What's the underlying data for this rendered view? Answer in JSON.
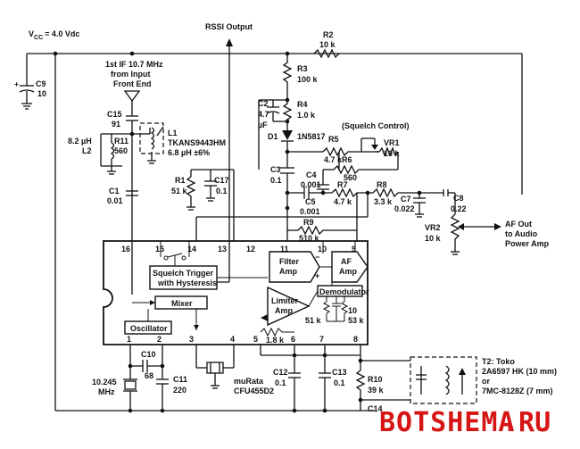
{
  "supply": {
    "vcc_label": "V",
    "vcc_sub": "CC",
    "vcc_value": "= 4.0 Vdc"
  },
  "labels": {
    "rssi": "RSSI Output",
    "input_1": "1st IF 10.7 MHz",
    "input_2": "from Input",
    "input_3": "Front End",
    "squelch_control": "(Squelch Control)",
    "af_out_1": "AF Out",
    "af_out_2": "to Audio",
    "af_out_3": "Power Amp",
    "t2_1": "T2: Toko",
    "t2_2": "2A6597 HK (10 mm)",
    "t2_3": "or",
    "t2_4": "7MC-8128Z (7 mm)",
    "filter_name": "muRata",
    "filter_part": "CFU455D2",
    "xtal_1": "10.245",
    "xtal_2": "MHz"
  },
  "components": {
    "c9_name": "C9",
    "c9_value": "10",
    "r2_name": "R2",
    "r2_value": "10 k",
    "r3_name": "R3",
    "r3_value": "100 k",
    "c2_name": "C2",
    "c2_value_1": "4.7",
    "c2_value_2": "µF",
    "r4_name": "R4",
    "r4_value": "1.0 k",
    "d1_name": "D1",
    "d1_value": "1N5817",
    "r5_name": "R5",
    "r5_value": "4.7 k",
    "vr1_name": "VR1",
    "vr1_value": "10 k",
    "r6_name": "R6",
    "r6_value": "560",
    "c3_name": "C3",
    "c3_value": "0.1",
    "c4_name": "C4",
    "c4_value": "0.001",
    "r7_name": "R7",
    "r7_value": "4.7 k",
    "r8_name": "R8",
    "r8_value": "3.3 k",
    "c7_name": "C7",
    "c7_value": "0.022",
    "c8_name": "C8",
    "c8_value": "0.22",
    "c5_name": "C5",
    "c5_value": "0.001",
    "r9_name": "R9",
    "r9_value": "510 k",
    "vr2_name": "VR2",
    "vr2_value": "10 k",
    "c15_name": "C15",
    "c15_value": "91",
    "l1_name": "L1",
    "l1_value_1": "TKANS9443HM",
    "l1_value_2": "6.8 µH ±6%",
    "l2_value": "8.2 µH",
    "l2_name": "L2",
    "r11_name": "R11",
    "r11_value": "560",
    "r1_name": "R1",
    "r1_value": "51 k",
    "c17_name": "C17",
    "c17_value": "0.1",
    "c1_name": "C1",
    "c1_value": "0.01",
    "c10_name": "C10",
    "c10_value": "68",
    "c11_name": "C11",
    "c11_value": "220",
    "c12_name": "C12",
    "c12_value": "0.1",
    "c13_name": "C13",
    "c13_value": "0.1",
    "r10_name": "R10",
    "r10_value": "39 k",
    "c14_name": "C14",
    "r51k_value": "51 k",
    "r53k_value": "53 k",
    "c10int_value": "10",
    "r18k_value": "1.8 k"
  },
  "ic": {
    "pins": [
      "16",
      "15",
      "14",
      "13",
      "12",
      "11",
      "10",
      "9",
      "1",
      "2",
      "3",
      "4",
      "5",
      "6",
      "7",
      "8"
    ],
    "squelch_1": "Squelch Trigger",
    "squelch_2": "with Hysteresis",
    "mixer": "Mixer",
    "oscillator": "Oscillator",
    "filter_amp_1": "Filter",
    "filter_amp_2": "Amp",
    "af_amp_1": "AF",
    "af_amp_2": "Amp",
    "demodulator": "Demodulator",
    "limiter_1": "Limiter",
    "limiter_2": "Amp"
  },
  "watermark": {
    "text": "BOTSHEMA",
    "suffix": ".RU",
    "color": "#d61515"
  }
}
